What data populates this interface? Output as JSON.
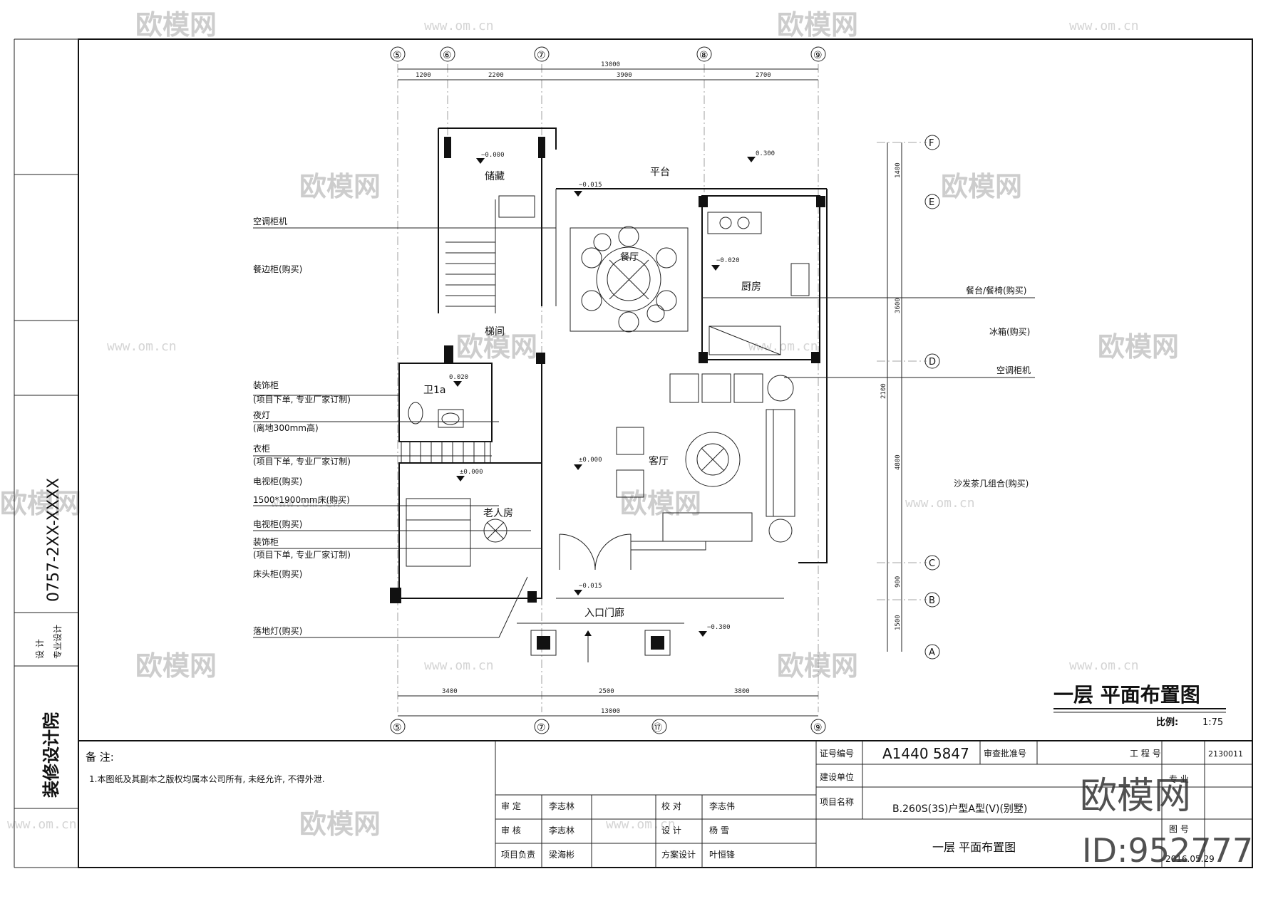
{
  "watermark": {
    "brand": "欧模网",
    "url": "www.om.cn",
    "id": "ID:952777"
  },
  "drawing": {
    "title": "一层 平面布置图",
    "scale_label": "比例:",
    "scale_value": "1:75"
  },
  "axes": {
    "top": [
      "⑤",
      "⑥",
      "⑦",
      "⑧",
      "⑨"
    ],
    "bottom": [
      "⑤",
      "⑦",
      "⑰",
      "⑨"
    ],
    "right": [
      "F",
      "E",
      "D",
      "C",
      "B",
      "A"
    ]
  },
  "dimensions": {
    "top_total": "13000",
    "top": [
      "1200",
      "2200",
      "3900",
      "2700"
    ],
    "bottom_total": "13000",
    "bottom": [
      "3400",
      "2500",
      "3800"
    ],
    "right": [
      "1400",
      "3600",
      "2100",
      "4800",
      "900",
      "1500"
    ]
  },
  "rooms": [
    {
      "key": "storage",
      "label": "储藏"
    },
    {
      "key": "terrace",
      "label": "平台"
    },
    {
      "key": "dining",
      "label": "餐厅"
    },
    {
      "key": "kitchen",
      "label": "厨房"
    },
    {
      "key": "stair",
      "label": "梯间"
    },
    {
      "key": "wc",
      "label": "卫1a"
    },
    {
      "key": "living",
      "label": "客厅"
    },
    {
      "key": "elder",
      "label": "老人房"
    },
    {
      "key": "entry",
      "label": "入口门廊"
    }
  ],
  "levels": {
    "storage": "−0.000",
    "terrace": "−0.015",
    "outside": "0.300",
    "kitchen": "−0.020",
    "wc": "0.020",
    "living": "±0.000",
    "elder": "±0.000",
    "entry": "−0.015",
    "porch": "−0.300"
  },
  "left_labels": [
    "空调柜机",
    "餐边柜(购买)",
    "装饰柜",
    "(项目下单, 专业厂家订制)",
    "夜灯",
    "(离地300mm高)",
    "衣柜",
    "(项目下单, 专业厂家订制)",
    "电视柜(购买)",
    "1500*1900mm床(购买)",
    "电视柜(购买)",
    "装饰柜",
    "(项目下单, 专业厂家订制)",
    "床头柜(购买)",
    "落地灯(购买)"
  ],
  "right_labels": [
    "餐台/餐椅(购买)",
    "冰箱(购买)",
    "空调柜机",
    "沙发茶几组合(购买)"
  ],
  "title_block": {
    "notes_title": "备 注:",
    "notes_text": "1.本图纸及其副本之版权均属本公司所有, 未经允许, 不得外泄.",
    "side_company": "装修设计院",
    "side_phone": "0757-2XX-XXXX",
    "side_design": "设 计",
    "side_stamp": "专业设计",
    "roles": [
      {
        "role": "审 定",
        "name": "李志林",
        "role2": "校 对",
        "name2": "李志伟"
      },
      {
        "role": "审 核",
        "name": "李志林",
        "role2": "设 计",
        "name2": "杨 雪"
      },
      {
        "role": "项目负责",
        "name": "梁海彬",
        "role2": "方案设计",
        "name2": "叶恒锋"
      }
    ],
    "cert_label": "证号编号",
    "cert_value": "A1440 5847",
    "review_label": "审查批准号",
    "project_no_label": "工 程 号",
    "project_no": "2130011",
    "client_label": "建设单位",
    "project_label": "项目名称",
    "project_name": "B.260S(3S)户型A型(V)(别墅)",
    "sheet_title": "一层 平面布置图",
    "discipline": "专 业",
    "date": "2016.05.29",
    "sheet_no_label": "图 号"
  }
}
